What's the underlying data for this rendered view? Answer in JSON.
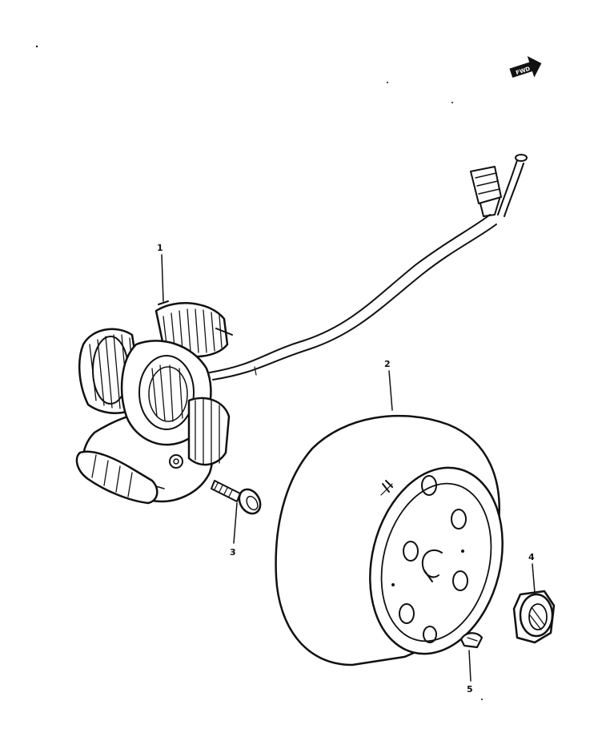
{
  "diagram": {
    "labels": {
      "stator": "1",
      "rotor": "2",
      "screw": "3",
      "nut": "4",
      "key": "5"
    },
    "fwd_arrow": "FWD",
    "colors": {
      "ink": "#111111",
      "paper": "#ffffff"
    }
  }
}
